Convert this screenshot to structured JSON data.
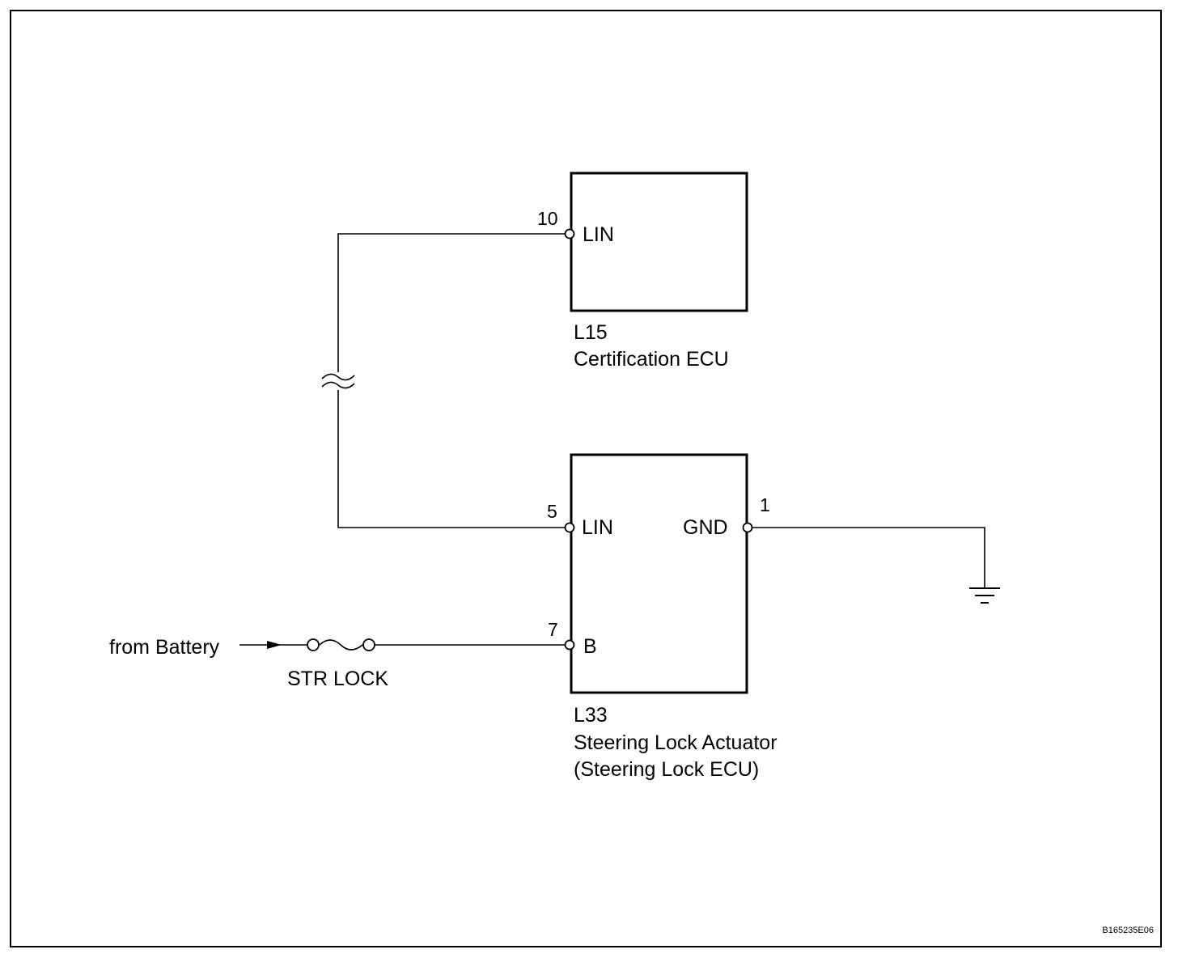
{
  "ecu_top": {
    "pin_number": "10",
    "pin_label": "LIN",
    "code": "L15",
    "name": "Certification ECU"
  },
  "ecu_bottom": {
    "pin_lin_number": "5",
    "pin_lin_label": "LIN",
    "pin_b_number": "7",
    "pin_b_label": "B",
    "pin_gnd_number": "1",
    "pin_gnd_label": "GND",
    "code": "L33",
    "name_line1": "Steering Lock Actuator",
    "name_line2": "(Steering Lock ECU)"
  },
  "power": {
    "source_label": "from Battery",
    "fuse_label": "STR LOCK"
  },
  "figure_code": "B165235E06"
}
